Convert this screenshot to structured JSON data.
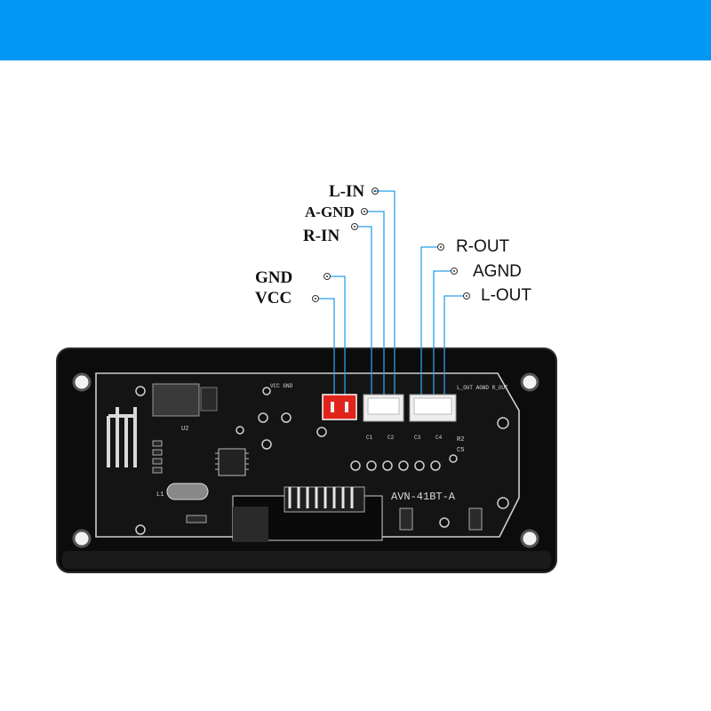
{
  "colors": {
    "banner": "#0097f5",
    "wire": "#2aa0e8",
    "board": "#111111",
    "red_connector": "#e0241c"
  },
  "labels": {
    "l_in": "L-IN",
    "a_gnd": "A-GND",
    "r_in": "R-IN",
    "gnd": "GND",
    "vcc": "VCC",
    "r_out": "R-OUT",
    "agnd": "AGND",
    "l_out": "L-OUT"
  },
  "board": {
    "model": "AVN-41BT-A",
    "u2": "U2",
    "r2": "R2",
    "c1": "C1",
    "c2": "C2",
    "c3": "C3",
    "c4": "C4",
    "c5": "C5",
    "l1": "L1",
    "vcc_gnd": "VCC GND",
    "lout_agnd": "L_OUT AGND R_OUT"
  }
}
